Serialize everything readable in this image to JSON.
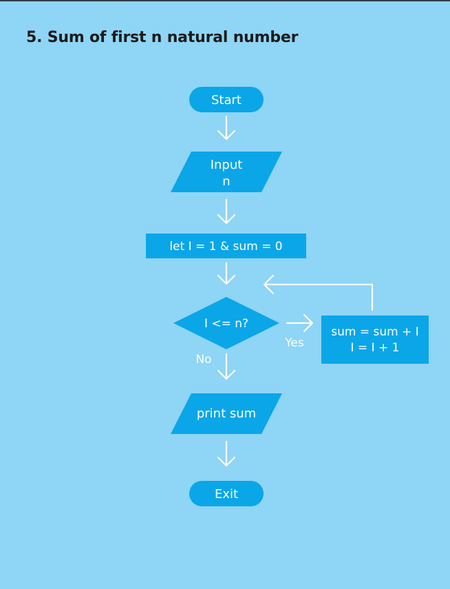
{
  "title": "5. Sum of first n natural number",
  "colors": {
    "background": "#8fd5f5",
    "shape_fill": "#0aa6e8",
    "text": "#ffffff",
    "title": "#1b1b1b"
  },
  "nodes": {
    "start": "Start",
    "input_line1": "Input",
    "input_line2": "n",
    "init": "let I = 1 & sum = 0",
    "decision": "I <= n?",
    "process_line1": "sum = sum + I",
    "process_line2": "I = I + 1",
    "output": "print sum",
    "exit": "Exit"
  },
  "labels": {
    "yes": "Yes",
    "no": "No"
  }
}
